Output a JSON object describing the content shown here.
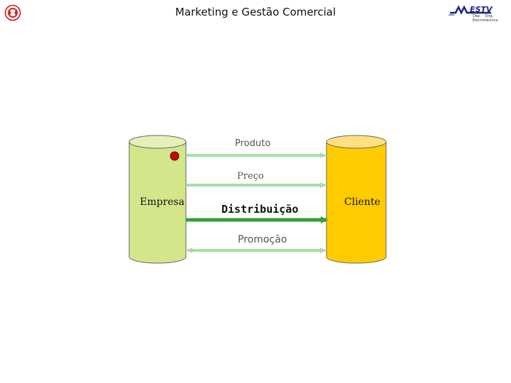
{
  "header": {
    "title": "Marketing e Gestão Comercial",
    "right_logo_text": "Dep.    Eng.\nElectrotécnica"
  },
  "diagram": {
    "nodes": [
      {
        "id": "empresa",
        "label": "Empresa",
        "color": "#d4e68a"
      },
      {
        "id": "cliente",
        "label": "Cliente",
        "color": "#ffcc00"
      }
    ],
    "flows": [
      {
        "label": "Produto",
        "direction": "empresa-to-cliente",
        "color": "#a8dea8",
        "highlighted": false
      },
      {
        "label": "Preço",
        "direction": "empresa-to-cliente",
        "color": "#a8dea8",
        "highlighted": false
      },
      {
        "label": "Distribuição",
        "direction": "empresa-to-cliente",
        "color": "#33a033",
        "highlighted": true
      },
      {
        "label": "Promoção",
        "direction": "bidirectional",
        "color": "#a8dea8",
        "highlighted": false
      }
    ],
    "marker_color": "#d40000"
  }
}
